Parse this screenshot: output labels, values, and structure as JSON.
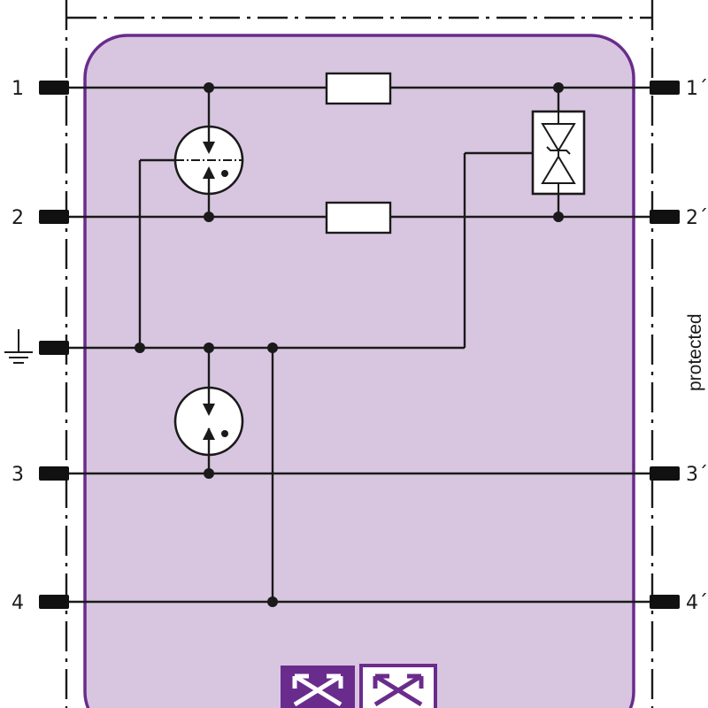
{
  "terminals": {
    "left": [
      {
        "id": "t1",
        "label": "1"
      },
      {
        "id": "t2",
        "label": "2"
      },
      {
        "id": "t3",
        "label": "3"
      },
      {
        "id": "t4",
        "label": "4"
      }
    ],
    "right": [
      {
        "id": "t1p",
        "label": "1´"
      },
      {
        "id": "t2p",
        "label": "2´"
      },
      {
        "id": "t3p",
        "label": "3´"
      },
      {
        "id": "t4p",
        "label": "4´"
      }
    ]
  },
  "side_label": "protected",
  "colors": {
    "module_fill": "#d8c6e0",
    "module_border": "#6a2c8c",
    "badge": "#6a2c8c",
    "line": "#1a1a1a"
  }
}
